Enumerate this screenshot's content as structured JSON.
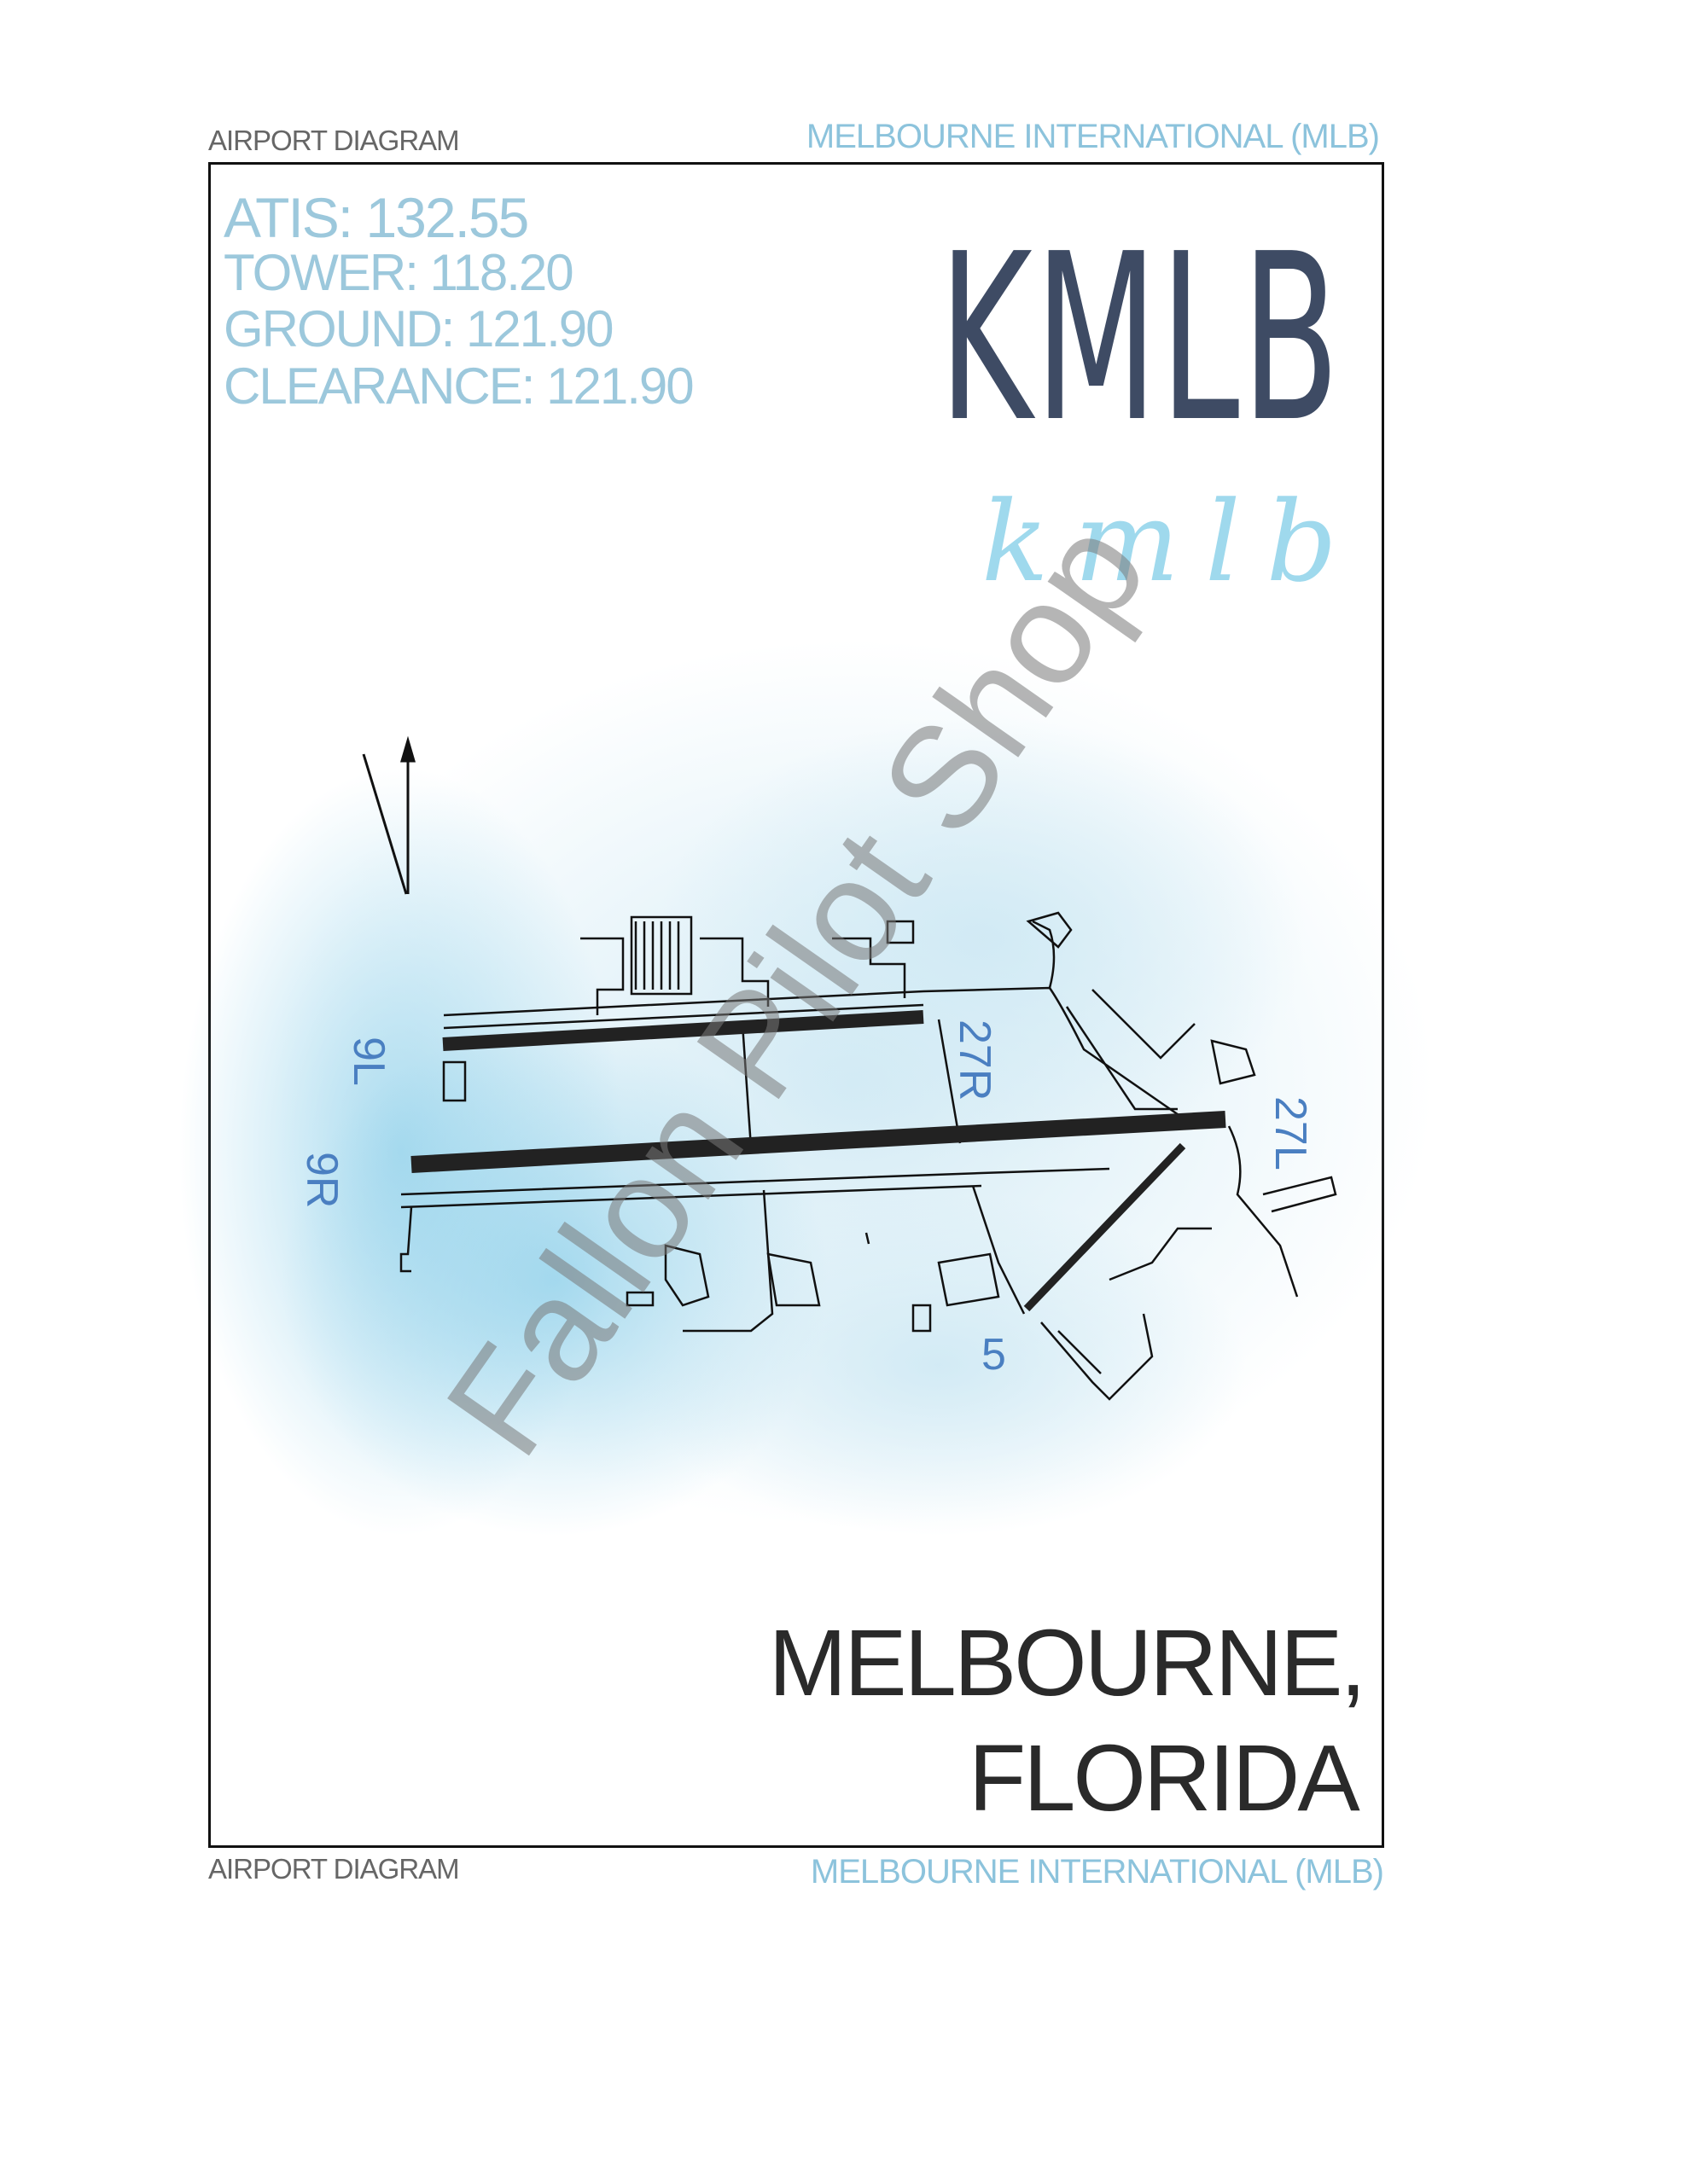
{
  "header": {
    "left": "AIRPORT DIAGRAM",
    "right": "MELBOURNE INTERNATIONAL (MLB)"
  },
  "footer": {
    "left": "AIRPORT DIAGRAM",
    "right": "MELBOURNE INTERNATIONAL (MLB)"
  },
  "frequencies": [
    {
      "text": "ATIS: 132.55"
    },
    {
      "text": "TOWER: 118.20"
    },
    {
      "text": "GROUND: 121.90"
    },
    {
      "text": "CLEARANCE: 121.90"
    }
  ],
  "identifier": "KMLB",
  "identifier_script": "kmlb",
  "runways": {
    "r9l": "9L",
    "r27r": "27R",
    "r9r": "9R",
    "r27l": "27L",
    "r5": "5"
  },
  "location": {
    "city": "MELBOURNE,",
    "state": "FLORIDA"
  },
  "watermark": "Fallon Pilot Shop",
  "colors": {
    "frequency_text": "#9cc8dc",
    "identifier": "#3e4b64",
    "runway_labels": "#4a7fc1",
    "watercolor": "#8fd0ea",
    "runway": "#222222"
  }
}
